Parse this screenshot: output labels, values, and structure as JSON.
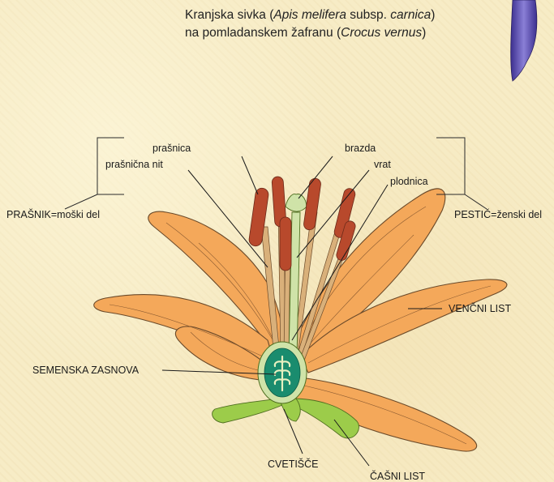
{
  "caption": {
    "line1_a": "Kranjska sivka (",
    "line1_species": "Apis melifera",
    "line1_b": " subsp. ",
    "line1_sub": "carnica",
    "line1_c": ")",
    "line2_a": "na pomladanskem žafranu (",
    "line2_species": "Crocus vernus",
    "line2_b": ")"
  },
  "labels": {
    "prasnica": "prašnica",
    "prasnicna_nit": "prašnična nit",
    "prasnik": "PRAŠNIK=moški del",
    "brazda": "brazda",
    "vrat": "vrat",
    "plodnica": "plodnica",
    "pestic": "PESTIČ=ženski del",
    "vencni_list": "VENČNI LIST",
    "semenska_zasnova": "SEMENSKA ZASNOVA",
    "cvetisce": "CVETIŠČE",
    "casni_list": "ČAŠNI LIST"
  },
  "colors": {
    "petal": "#f4a85a",
    "petal_outline": "#6b4a2a",
    "anther": "#b8492c",
    "filament": "#d9b07a",
    "pistil": "#cfe3a8",
    "ovary": "#1a8c6e",
    "sepal": "#9ccc4a",
    "crocus": "#5a4fb0"
  }
}
